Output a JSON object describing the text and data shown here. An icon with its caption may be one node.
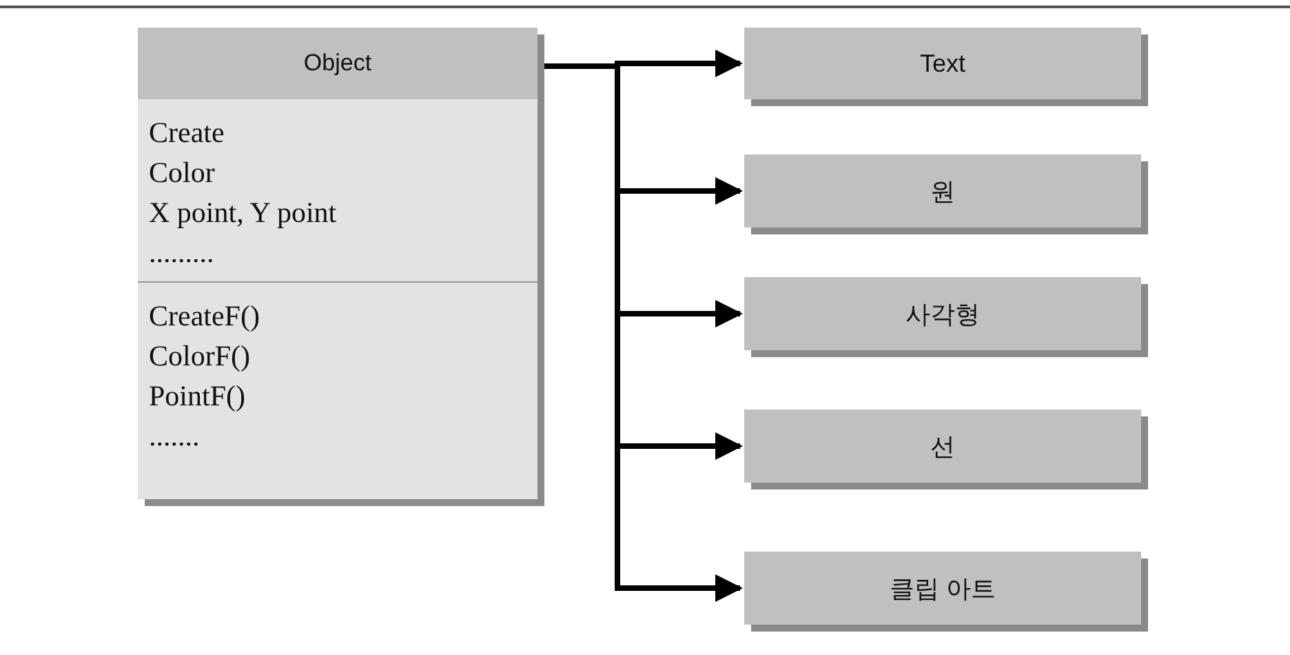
{
  "diagram": {
    "nodes": [
      {
        "text": [
          "Object",
          "Create",
          "Color",
          "X point, Y point",
          ".........",
          "CreateF()",
          "ColorF()",
          "PointF()",
          "......."
        ]
      },
      {
        "text": [
          "Text"
        ]
      },
      {
        "text": [
          "원"
        ]
      },
      {
        "text": [
          "사각형"
        ]
      },
      {
        "text": [
          "선"
        ]
      },
      {
        "text": [
          "클립 아트"
        ]
      }
    ],
    "edges": [
      {
        "from": 0,
        "to": 1,
        "arrow": "to"
      },
      {
        "from": 0,
        "to": 2,
        "arrow": "to"
      },
      {
        "from": 0,
        "to": 3,
        "arrow": "to"
      },
      {
        "from": 0,
        "to": 4,
        "arrow": "to"
      },
      {
        "from": 0,
        "to": 5,
        "arrow": "to"
      }
    ]
  }
}
